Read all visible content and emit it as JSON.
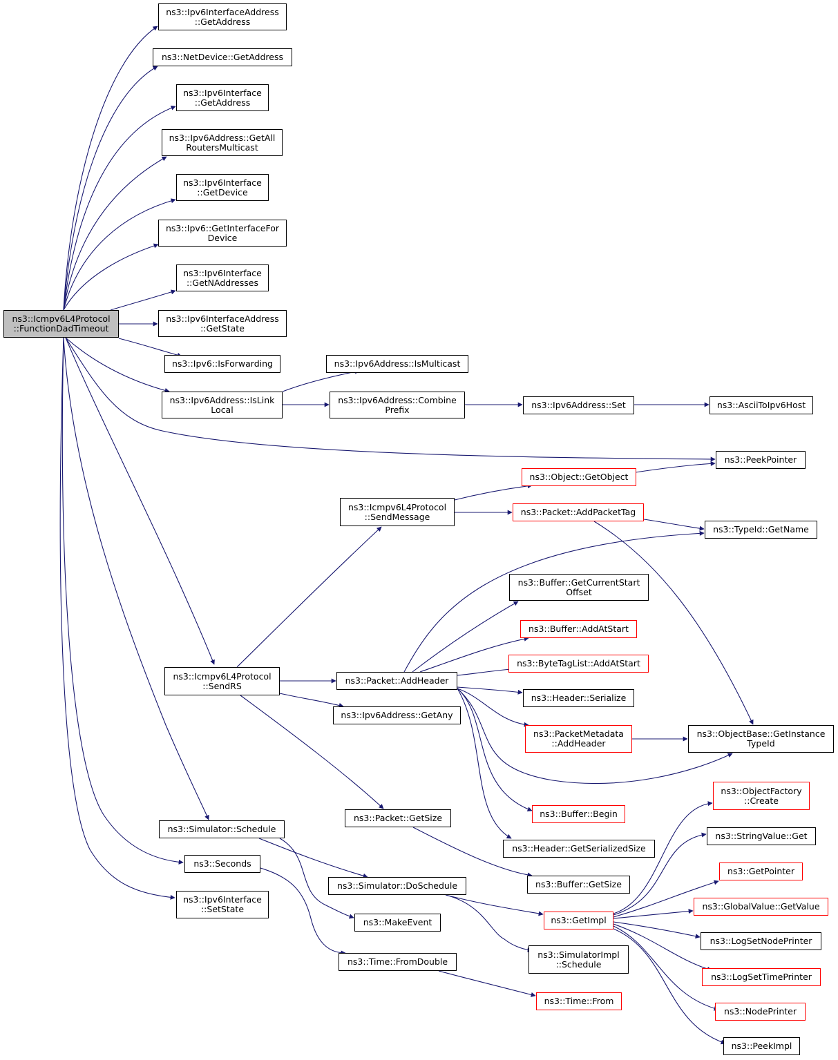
{
  "colors": {
    "edge": "#191970",
    "border_default": "#000000",
    "border_incomplete": "#ff0000",
    "root_fill": "#bfbfbf"
  },
  "nodes": {
    "root": {
      "lines": [
        "ns3::Icmpv6L4Protocol",
        "::FunctionDadTimeout"
      ]
    },
    "ifaddr_getaddress": {
      "lines": [
        "ns3::Ipv6InterfaceAddress",
        "::GetAddress"
      ]
    },
    "netdevice_getaddress": {
      "lines": [
        "ns3::NetDevice::GetAddress"
      ]
    },
    "iface_getaddress": {
      "lines": [
        "ns3::Ipv6Interface",
        "::GetAddress"
      ]
    },
    "getallrouters": {
      "lines": [
        "ns3::Ipv6Address::GetAll",
        "RoutersMulticast"
      ]
    },
    "iface_getdevice": {
      "lines": [
        "ns3::Ipv6Interface",
        "::GetDevice"
      ]
    },
    "getinterfacefordevice": {
      "lines": [
        "ns3::Ipv6::GetInterfaceFor",
        "Device"
      ]
    },
    "getnaddresses": {
      "lines": [
        "ns3::Ipv6Interface",
        "::GetNAddresses"
      ]
    },
    "ifaddr_getstate": {
      "lines": [
        "ns3::Ipv6InterfaceAddress",
        "::GetState"
      ]
    },
    "isforwarding": {
      "lines": [
        "ns3::Ipv6::IsForwarding"
      ]
    },
    "islinklocal": {
      "lines": [
        "ns3::Ipv6Address::IsLink",
        "Local"
      ]
    },
    "ismulticast": {
      "lines": [
        "ns3::Ipv6Address::IsMulticast"
      ]
    },
    "combineprefix": {
      "lines": [
        "ns3::Ipv6Address::Combine",
        "Prefix"
      ]
    },
    "addr_set": {
      "lines": [
        "ns3::Ipv6Address::Set"
      ]
    },
    "asciitoipv6host": {
      "lines": [
        "ns3::AsciiToIpv6Host"
      ]
    },
    "peekpointer": {
      "lines": [
        "ns3::PeekPointer"
      ]
    },
    "getobject": {
      "lines": [
        "ns3::Object::GetObject"
      ]
    },
    "sendmessage": {
      "lines": [
        "ns3::Icmpv6L4Protocol",
        "::SendMessage"
      ]
    },
    "addpackettag": {
      "lines": [
        "ns3::Packet::AddPacketTag"
      ]
    },
    "typeid_getname": {
      "lines": [
        "ns3::TypeId::GetName"
      ]
    },
    "getcurrentstartoffset": {
      "lines": [
        "ns3::Buffer::GetCurrentStart",
        "Offset"
      ]
    },
    "buffer_addatstart": {
      "lines": [
        "ns3::Buffer::AddAtStart"
      ]
    },
    "bytetaglist_addatstart": {
      "lines": [
        "ns3::ByteTagList::AddAtStart"
      ]
    },
    "sendrs": {
      "lines": [
        "ns3::Icmpv6L4Protocol",
        "::SendRS"
      ]
    },
    "addheader": {
      "lines": [
        "ns3::Packet::AddHeader"
      ]
    },
    "serialize": {
      "lines": [
        "ns3::Header::Serialize"
      ]
    },
    "getany": {
      "lines": [
        "ns3::Ipv6Address::GetAny"
      ]
    },
    "metadata_addheader": {
      "lines": [
        "ns3::PacketMetadata",
        "::AddHeader"
      ]
    },
    "getinstancetypeid": {
      "lines": [
        "ns3::ObjectBase::GetInstance",
        "TypeId"
      ]
    },
    "objectfactory_create": {
      "lines": [
        "ns3::ObjectFactory",
        "::Create"
      ]
    },
    "buffer_begin": {
      "lines": [
        "ns3::Buffer::Begin"
      ]
    },
    "packet_getsize": {
      "lines": [
        "ns3::Packet::GetSize"
      ]
    },
    "schedule": {
      "lines": [
        "ns3::Simulator::Schedule"
      ]
    },
    "stringvalue_get": {
      "lines": [
        "ns3::StringValue::Get"
      ]
    },
    "getserializedsize": {
      "lines": [
        "ns3::Header::GetSerializedSize"
      ]
    },
    "seconds": {
      "lines": [
        "ns3::Seconds"
      ]
    },
    "getpointer": {
      "lines": [
        "ns3::GetPointer"
      ]
    },
    "doschedule": {
      "lines": [
        "ns3::Simulator::DoSchedule"
      ]
    },
    "buffer_getsize": {
      "lines": [
        "ns3::Buffer::GetSize"
      ]
    },
    "iface_setstate": {
      "lines": [
        "ns3::Ipv6Interface",
        "::SetState"
      ]
    },
    "globalvalue_getvalue": {
      "lines": [
        "ns3::GlobalValue::GetValue"
      ]
    },
    "getimpl": {
      "lines": [
        "ns3::GetImpl"
      ]
    },
    "makeevent": {
      "lines": [
        "ns3::MakeEvent"
      ]
    },
    "lognodeprinter": {
      "lines": [
        "ns3::LogSetNodePrinter"
      ]
    },
    "simulatorimpl_schedule": {
      "lines": [
        "ns3::SimulatorImpl",
        "::Schedule"
      ]
    },
    "fromdouble": {
      "lines": [
        "ns3::Time::FromDouble"
      ]
    },
    "logtimeprinter": {
      "lines": [
        "ns3::LogSetTimePrinter"
      ]
    },
    "time_from": {
      "lines": [
        "ns3::Time::From"
      ]
    },
    "nodeprinter": {
      "lines": [
        "ns3::NodePrinter"
      ]
    },
    "peekimpl": {
      "lines": [
        "ns3::PeekImpl"
      ]
    }
  }
}
